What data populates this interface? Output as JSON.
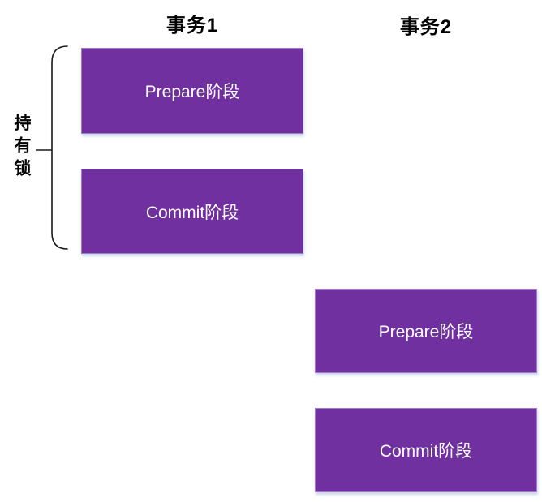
{
  "diagram": {
    "background_color": "#ffffff",
    "box_fill_color": "#7030A0",
    "box_border_color": "#9E7BC5",
    "box_text_color": "#ffffff",
    "transaction1": {
      "title": "事务1",
      "boxes": [
        {
          "label": "Prepare阶段"
        },
        {
          "label": "Commit阶段"
        }
      ]
    },
    "transaction2": {
      "title": "事务2",
      "boxes": [
        {
          "label": "Prepare阶段"
        },
        {
          "label": "Commit阶段"
        }
      ]
    },
    "lock_annotation": {
      "label": "持有锁"
    }
  }
}
